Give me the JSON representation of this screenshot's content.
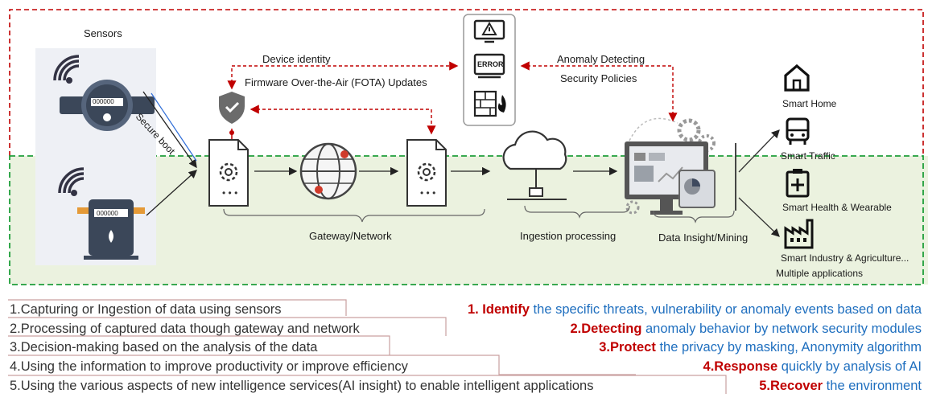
{
  "diagram": {
    "sensors_label": "Sensors",
    "secure_boot_label": "Secure boot",
    "device_identity_label": "Device identity",
    "fota_label": "Firmware Over-the-Air (FOTA) Updates",
    "anomaly_detecting_label": "Anomaly Detecting",
    "security_policies_label": "Security Policies",
    "error_label": "ERROR",
    "meter_digits": "000000",
    "gateway_label": "Gateway/Network",
    "ingestion_label": "Ingestion processing",
    "insight_label": "Data Insight/Mining",
    "applications": [
      {
        "label": "Smart Home",
        "icon": "home-icon"
      },
      {
        "label": "Smart Traffic",
        "icon": "bus-icon"
      },
      {
        "label": "Smart Health & Wearable",
        "icon": "health-icon"
      },
      {
        "label": "Smart Industry & Agriculture...",
        "icon": "factory-icon"
      }
    ],
    "multiple_apps_label": "Multiple applications",
    "colors": {
      "red_dashed": "#c00000",
      "green_dashed": "#1f9e3a",
      "green_band": "#ebf2df",
      "blue_text": "#1f6fbf",
      "red_text": "#c00000"
    }
  },
  "steps": [
    {
      "text": "1.Capturing or Ingestion of data using sensors"
    },
    {
      "text": "2.Processing of captured data though gateway and network"
    },
    {
      "text": "3.Decision-making based on the analysis of the data"
    },
    {
      "text": "4.Using the information to improve productivity or improve efficiency"
    },
    {
      "text": "5.Using the various aspects of new intelligence services(AI insight) to enable intelligent applications"
    }
  ],
  "security_goals": [
    {
      "keyword": "1. Identify",
      "rest": " the specific threats, vulnerability or anomaly events based on data"
    },
    {
      "keyword": "2.Detecting",
      "rest": " anomaly behavior by network security modules"
    },
    {
      "keyword": "3.Protect",
      "rest": " the privacy by masking, Anonymity algorithm"
    },
    {
      "keyword": "4.Response",
      "rest": " quickly by analysis of AI"
    },
    {
      "keyword": "5.Recover",
      "rest": " the environment"
    }
  ]
}
